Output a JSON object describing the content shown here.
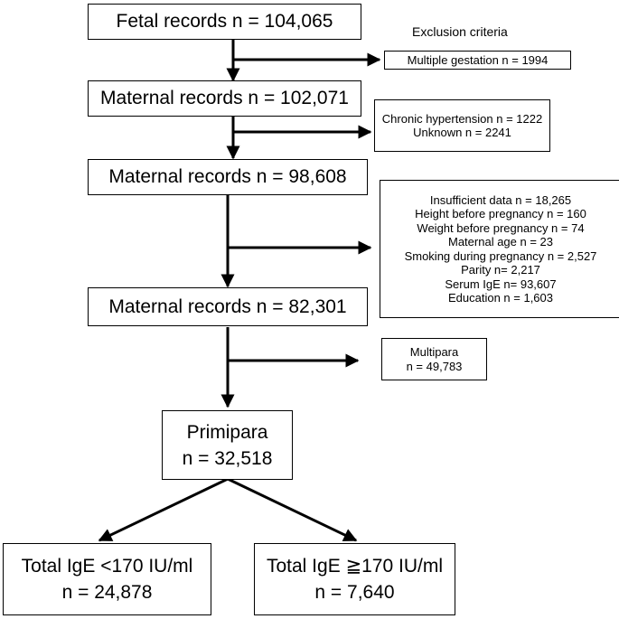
{
  "header": "Exclusion criteria",
  "main_flow": [
    "Fetal records n = 104,065",
    "Maternal records n = 102,071",
    "Maternal records n = 98,608",
    "Maternal records n = 82,301"
  ],
  "primipara": {
    "line1": "Primipara",
    "line2": "n = 32,518"
  },
  "exclusions": {
    "multiple": "Multiple gestation  n = 1994",
    "chronic": [
      "Chronic hypertension  n = 1222",
      "Unknown  n = 2241"
    ],
    "insufficient": [
      "Insufficient  data  n = 18,265",
      "Height before pregnancy  n = 160",
      "Weight before pregnancy  n = 74",
      "Maternal age n = 23",
      "Smoking during pregnancy  n = 2,527",
      "Parity n= 2,217",
      "Serum IgE  n= 93,607",
      "Education  n = 1,603"
    ],
    "multipara": [
      "Multipara",
      "n = 49,783"
    ]
  },
  "outcomes": {
    "low": {
      "line1": "Total IgE <170 IU/ml",
      "line2": "n = 24,878"
    },
    "high": {
      "line1": "Total IgE ≧170 IU/ml",
      "line2": "n = 7,640"
    }
  }
}
